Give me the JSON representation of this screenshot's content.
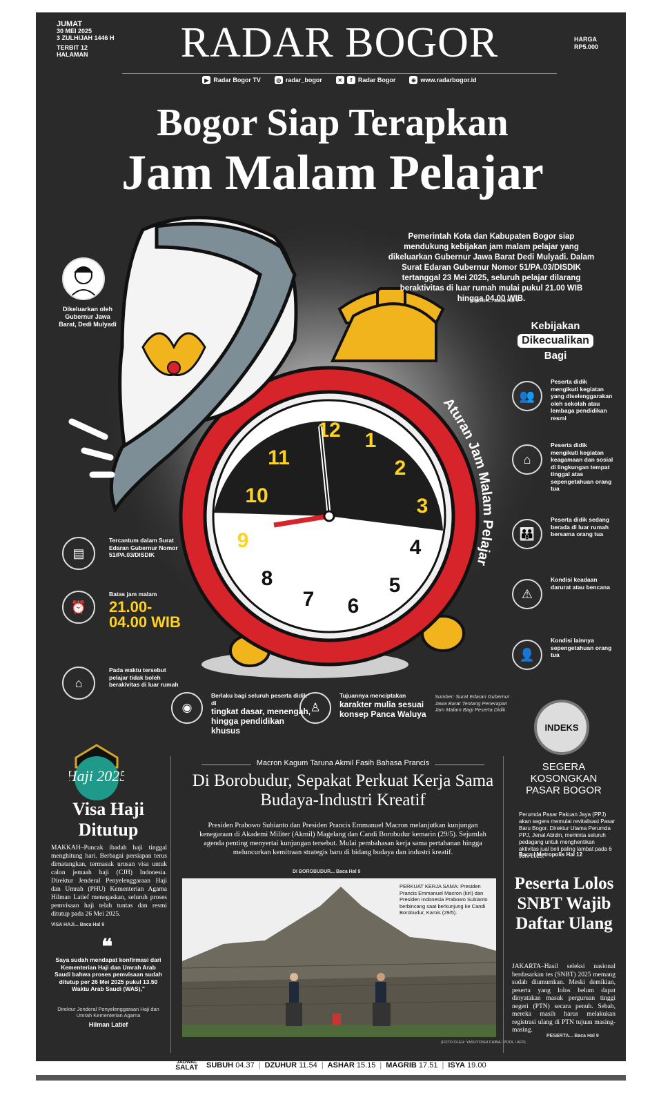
{
  "masthead": {
    "day": "JUMAT",
    "date": "30 MEI 2025",
    "hijri": "3 ZULHIJAH 1446 H",
    "pages": "TERBIT 12 HALAMAN",
    "brand": "RADAR BOGOR",
    "price_label": "HARGA",
    "price": "RP5.000",
    "socials": [
      {
        "icon": "youtube-icon",
        "label": "Radar Bogor TV"
      },
      {
        "icon": "instagram-icon",
        "label": "radar_bogor"
      },
      {
        "icon": "x-facebook-icon",
        "label": "Radar Bogor"
      },
      {
        "icon": "globe-icon",
        "label": "www.radarbogor.id"
      }
    ]
  },
  "main": {
    "headline_1": "Bogor Siap Terapkan",
    "headline_2": "Jam Malam Pelajar",
    "lead": "Pemerintah Kota dan Kabupaten Bogor siap mendukung kebijakan jam malam pelajar yang dikeluarkan Gubernur Jawa Barat Dedi Mulyadi. Dalam Surat Edaran Gubernur Nomor 51/PA.03/DISDIK tertanggal 23 Mei 2025, seluruh pelajar dilarang beraktivitas di luar rumah mulai pukul 21.00 WIB hingga 04.00 WIB.",
    "lead_ref": "BOGOR... Baca Hal 9",
    "portrait_caption": "Dikeluarkan oleh Gubernur Jawa Barat, Dedi Mulyadi",
    "clock_label": "Aturan Jam Malam Pelajar",
    "clock_numbers": [
      "12",
      "1",
      "2",
      "3",
      "4",
      "5",
      "6",
      "7",
      "8",
      "9",
      "10",
      "11"
    ],
    "exceptions_title_1": "Kebijakan",
    "exceptions_title_2": "Dikecualikan",
    "exceptions_title_3": "Bagi",
    "exceptions": [
      {
        "icon": "people-icon",
        "text": "Peserta didik mengikuti kegiatan yang diselenggarakan oleh sekolah atau lembaga pendidikan resmi"
      },
      {
        "icon": "meeting-icon",
        "text": "Peserta didik mengikuti kegiatan keagamaan dan sosial di lingkungan tempat tinggal atas sepengetahuan orang tua"
      },
      {
        "icon": "family-icon",
        "text": "Peserta didik sedang berada di luar rumah bersama orang tua"
      },
      {
        "icon": "emergency-icon",
        "text": "Kondisi keadaan darurat atau bencana"
      },
      {
        "icon": "parent-child-icon",
        "text": "Kondisi lainnya sepengetahuan orang tua"
      }
    ],
    "rules": [
      {
        "icon": "document-icon",
        "text": "Tercantum dalam Surat Edaran Gubernur Nomor 51/PA.03/DISDIK",
        "big": ""
      },
      {
        "icon": "alarm-icon",
        "text": "Batas jam malam",
        "big": "21.00-04.00 WIB"
      },
      {
        "icon": "home-icon",
        "text": "Pada waktu tersebut pelajar tidak boleh berakivitas di luar rumah",
        "big": ""
      }
    ],
    "bottom_rules": [
      {
        "icon": "group-icon",
        "text": "Berlaku bagi seluruh peserta didik di",
        "em": "tingkat dasar, menengah, hingga pendidikan khusus"
      },
      {
        "icon": "student-icon",
        "text": "Tujuannya menciptakan",
        "em": "karakter mulia sesuai konsep Panca Waluya"
      }
    ],
    "source": "Sumber: Surat Edaran Gubernur Jawa Barat Tentang Penerapan Jam Malam Bagi Peserta Didik",
    "indeks": "INDEKS"
  },
  "left": {
    "badge": "Haji 2025",
    "title": "Visa Haji Ditutup",
    "body": "MAKKAH–Puncak ibadah haji tinggal menghitung hari. Berbagai persiapan terus dimatangkan, termasuk urusan visa untuk calon jemaah haji (CJH) Indonesia. Direktur Jenderal Penyelenggaraan Haji dan Umrah (PHU) Kementerian Agama Hilman Latief menegaskan, seluruh proses pemvisaan haji telah tuntas dan resmi ditutup pada 26 Mei 2025.",
    "ref": "VISA HAJI... Baca Hal 9",
    "quote": "Saya sudah mendapat konfirmasi dari Kementerian Haji dan Umrah Arab Saudi bahwa proses pemvisaan sudah ditutup per 26 Mei 2025 pukul 13.50 Waktu Arab Saudi (WAS),\"",
    "quote_src": "Direktur Jenderal Penyelenggaraan Haji dan Umrah Kementerian Agama",
    "quote_name": "Hilman Latief"
  },
  "center": {
    "kicker": "Macron Kagum Taruna Akmil Fasih Bahasa Prancis",
    "title": "Di Borobudur, Sepakat Perkuat Kerja Sama Budaya-Industri Kreatif",
    "body": "Presiden Prabowo Subianto dan Presiden Prancis Emmanuel Macron melanjutkan kunjungan kenegaraan di Akademi Militer (Akmil) Magelang dan Candi Borobudur kemarin (29/5). Sejumlah agenda penting menyertai kunjungan tersebut. Mulai pembahasan kerja sama pertahanan hingga meluncurkan kemitraan strategis baru di bidang budaya dan industri kreatif.",
    "ref": "DI BOROBUDUR... Baca Hal 9",
    "photo_caption": "PERKUAT KERJA SAMA: Presiden Prancis Emmanuel Macron (kiri) dan Presiden Indonesia Prabowo Subianto berbincang saat berkunjung ke Candi Borobudur, Kamis (29/5).",
    "photo_credit": "(FOTO OLEH: YASUYOSHI CHIBA / POOL / AFP)"
  },
  "right": {
    "top_title": "SEGERA KOSONGKAN PASAR BOGOR",
    "top_body": "Perumda Pasar Pakuan Jaya (PPJ) akan segera memulai revitalisasi Pasar Baru Bogor. Direktur Utama Perumda PPJ, Jenal Abidin, meminta seluruh pedagang untuk menghentikan aktivitas jual beli paling lambat pada 6 Juni 2025.",
    "top_ref": "Baca | Metropolis Hal 12",
    "bot_title": "Peserta Lolos SNBT Wajib Daftar Ulang",
    "bot_body": "JAKARTA–Hasil seleksi nasional berdasarkan tes (SNBT) 2025 memang sudah diumumkan. Meski demikian, peserta yang lolos belum dapat dinyatakan masuk perguruan tinggi negeri (PTN) secara penuh. Sebab, mereka masih harus melakukan registrasi ulang di PTN tujuan masing-masing.",
    "bot_ref": "PESERTA... Baca Hal 9"
  },
  "prayer": {
    "label_1": "JADWAL",
    "label_2": "SALAT",
    "items": [
      {
        "name": "SUBUH",
        "time": "04.37"
      },
      {
        "name": "DZUHUR",
        "time": "11.54"
      },
      {
        "name": "ASHAR",
        "time": "15.15"
      },
      {
        "name": "MAGRIB",
        "time": "17.51"
      },
      {
        "name": "ISYA",
        "time": "19.00"
      }
    ]
  },
  "colors": {
    "page_bg": "#2a2a2a",
    "accent_yellow": "#ffd21e",
    "clock_red": "#d7232a",
    "clock_gold": "#f2b41c"
  }
}
